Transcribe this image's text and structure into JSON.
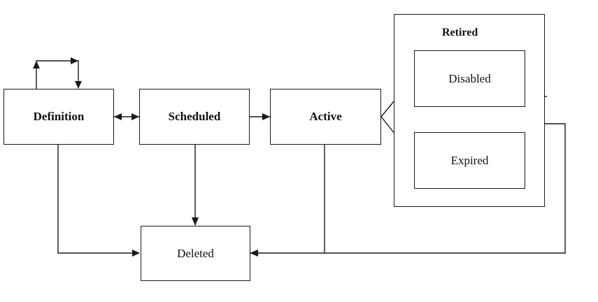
{
  "states": {
    "definition": "Definition",
    "scheduled": "Scheduled",
    "active": "Active",
    "deleted": "Deleted"
  },
  "retired": {
    "title": "Retired",
    "disabled": "Disabled",
    "expired": "Expired"
  }
}
